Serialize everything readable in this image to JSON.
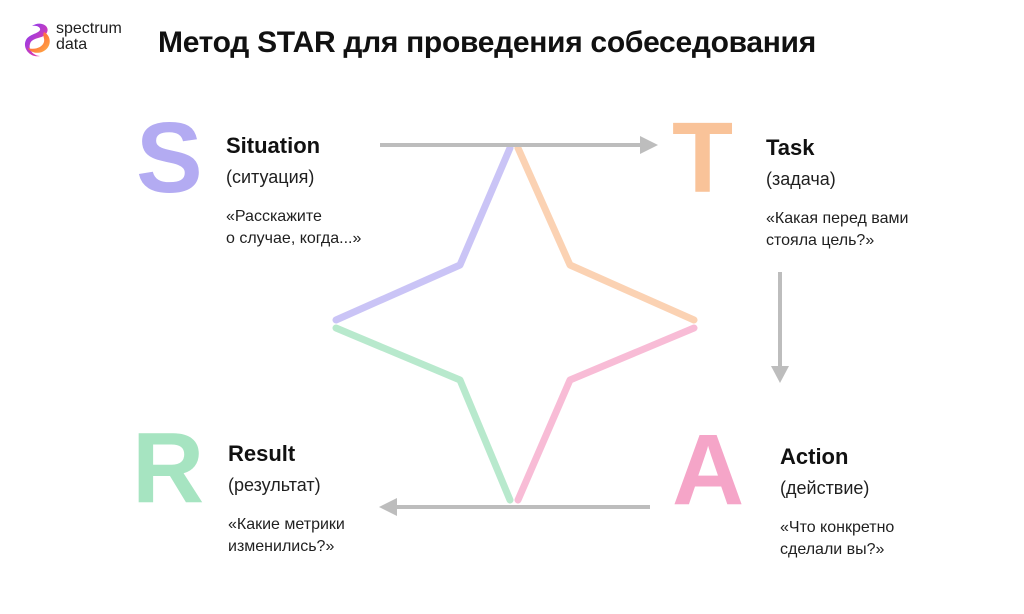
{
  "logo": {
    "line1": "spectrum",
    "line2": "data"
  },
  "title": "Метод STAR для проведения собеседования",
  "colors": {
    "s": "#b3abf2",
    "t": "#f9c399",
    "a": "#f5a5c8",
    "r": "#a6e4c1",
    "arrow": "#bdbdbd"
  },
  "steps": {
    "situation": {
      "letter": "S",
      "name": "Situation",
      "sub": "(ситуация)",
      "q1": "«Расскажите",
      "q2": "о случае, когда...»"
    },
    "task": {
      "letter": "T",
      "name": "Task",
      "sub": "(задача)",
      "q1": "«Какая перед вами",
      "q2": "стояла цель?»"
    },
    "action": {
      "letter": "A",
      "name": "Action",
      "sub": "(действие)",
      "q1": "«Что конкретно",
      "q2": "сделали вы?»"
    },
    "result": {
      "letter": "R",
      "name": "Result",
      "sub": "(результат)",
      "q1": "«Какие метрики",
      "q2": "изменились?»"
    }
  }
}
